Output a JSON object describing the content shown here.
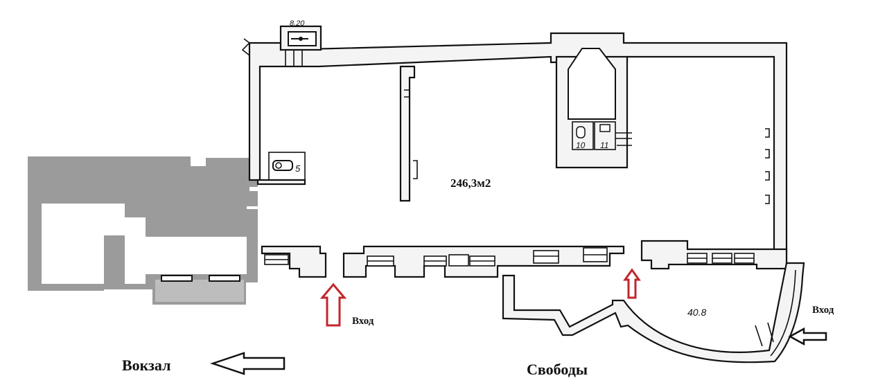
{
  "labels": {
    "area_main": "246,3м2",
    "area_bay": "40.8",
    "room_5": "5",
    "room_10": "10",
    "room_11": "11",
    "stair_dim": "8.20",
    "entrance_left": "Вход",
    "entrance_right": "Вход",
    "street_left": "Вокзал",
    "street_bottom": "Свободы"
  },
  "colors": {
    "entrance_arrow": "#c0262c",
    "direction_arrow": "#111111",
    "adjacent_building": "#9b9b9b"
  },
  "icons": {
    "entrance_arrow": "up-arrow-outline",
    "direction_left": "left-arrow-outline",
    "direction_right": "right-arrow-outline"
  }
}
